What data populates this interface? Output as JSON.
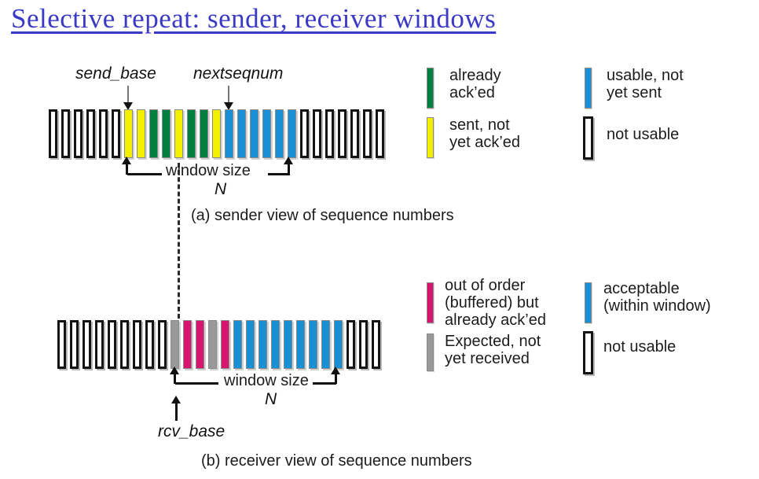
{
  "title": "Selective repeat: sender, receiver windows",
  "colors": {
    "acked": "#008040",
    "sent-not-acked": "#f3ef00",
    "usable": "#1990d5",
    "acceptable": "#1990d5",
    "buffered": "#d6156f",
    "expected": "#999999",
    "title_blue": "#3a3ac6"
  },
  "sender": {
    "send_base_label": "send_base",
    "nextseqnum_label": "nextseqnum",
    "window_size_label": "window size",
    "window_n": "N",
    "caption": "(a) sender view of sequence numbers",
    "bars": [
      "not-usable",
      "not-usable",
      "not-usable",
      "not-usable",
      "not-usable",
      "not-usable",
      "sent-not-acked",
      "sent-not-acked",
      "acked",
      "acked",
      "sent-not-acked",
      "acked",
      "acked",
      "sent-not-acked",
      "usable",
      "usable",
      "usable",
      "usable",
      "usable",
      "usable",
      "not-usable",
      "not-usable",
      "not-usable",
      "not-usable",
      "not-usable",
      "not-usable",
      "not-usable"
    ],
    "legend": [
      {
        "color": "acked",
        "label": "already\nack’ed"
      },
      {
        "color": "sent-not-acked",
        "label": "sent, not\nyet ack’ed"
      },
      {
        "color": "usable",
        "label": "usable, not\nyet sent"
      },
      {
        "color": "not-usable",
        "label": "not usable"
      }
    ]
  },
  "receiver": {
    "rcv_base_label": "rcv_base",
    "window_size_label": "window size",
    "window_n": "N",
    "caption": "(b) receiver view of sequence numbers",
    "bars": [
      "not-usable",
      "not-usable",
      "not-usable",
      "not-usable",
      "not-usable",
      "not-usable",
      "not-usable",
      "not-usable",
      "not-usable",
      "expected",
      "buffered",
      "buffered",
      "expected",
      "buffered",
      "acceptable",
      "acceptable",
      "acceptable",
      "acceptable",
      "acceptable",
      "acceptable",
      "acceptable",
      "acceptable",
      "acceptable",
      "not-usable",
      "not-usable",
      "not-usable"
    ],
    "legend": [
      {
        "color": "buffered",
        "label": "out of order\n(buffered) but\nalready ack’ed"
      },
      {
        "color": "expected",
        "label": "Expected, not\nyet received"
      },
      {
        "color": "acceptable",
        "label": "acceptable\n(within window)"
      },
      {
        "color": "not-usable",
        "label": "not usable"
      }
    ]
  }
}
